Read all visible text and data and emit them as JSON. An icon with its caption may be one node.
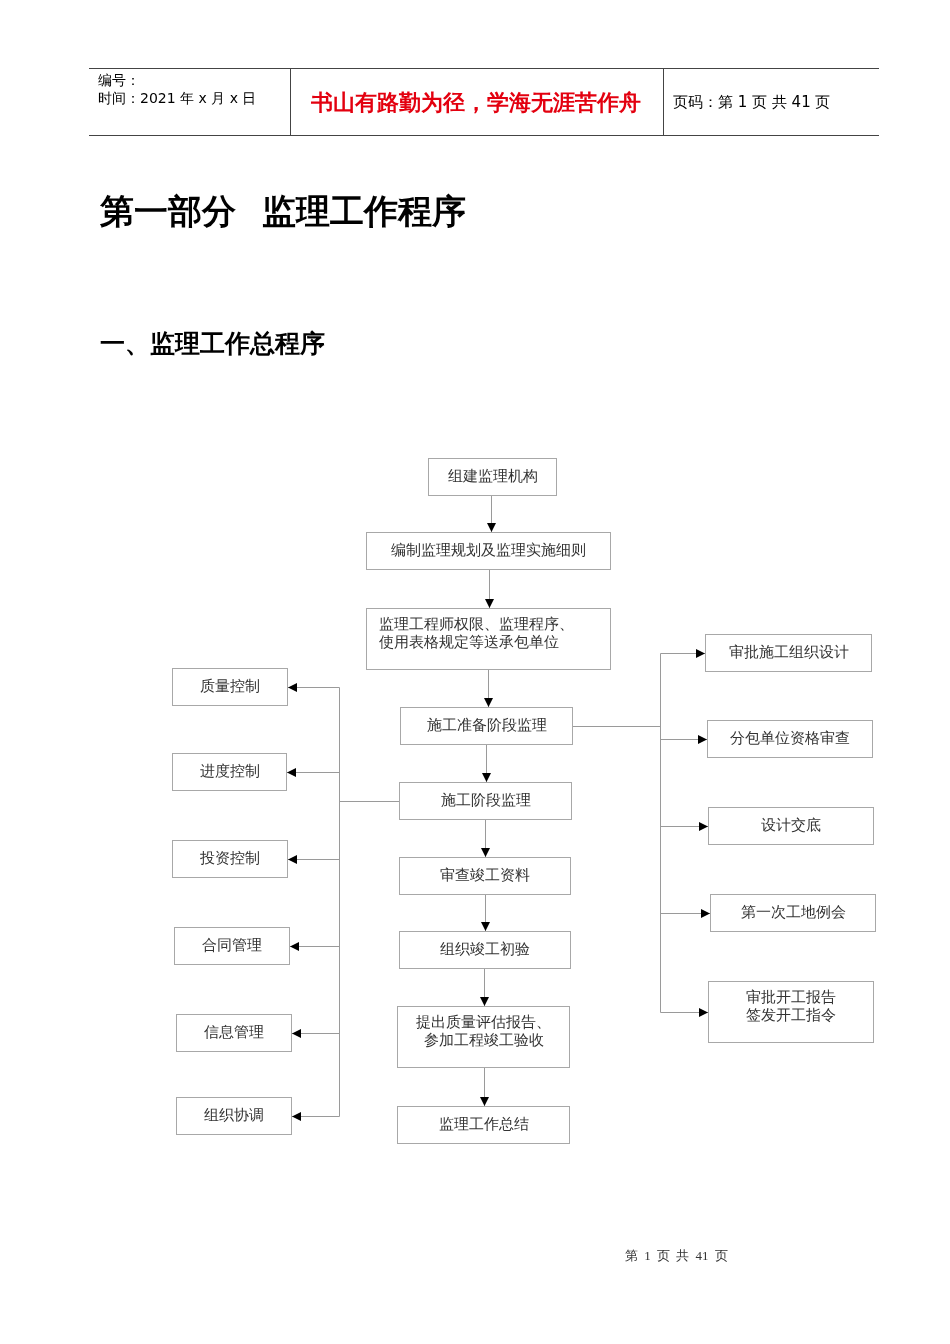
{
  "diagram": {
    "title": "第一部分 监理工作程序",
    "nodes": [
      {
        "text": [
          "组建监理机构"
        ]
      },
      {
        "text": [
          "编制监理规划及监理实施细则"
        ]
      },
      {
        "text": [
          "监理工程师权限、监理程序、使用表格规定等送承包单位"
        ]
      },
      {
        "text": [
          "施工准备阶段监理"
        ]
      },
      {
        "text": [
          "施工阶段监理"
        ]
      },
      {
        "text": [
          "审查竣工资料"
        ]
      },
      {
        "text": [
          "组织竣工初验"
        ]
      },
      {
        "text": [
          "提出质量评估报告、参加工程竣工验收"
        ]
      },
      {
        "text": [
          "监理工作总结"
        ]
      },
      {
        "text": [
          "质量控制"
        ]
      },
      {
        "text": [
          "进度控制"
        ]
      },
      {
        "text": [
          "投资控制"
        ]
      },
      {
        "text": [
          "合同管理"
        ]
      },
      {
        "text": [
          "信息管理"
        ]
      },
      {
        "text": [
          "组织协调"
        ]
      },
      {
        "text": [
          "审批施工组织设计"
        ]
      },
      {
        "text": [
          "分包单位资格审查"
        ]
      },
      {
        "text": [
          "设计交底"
        ]
      },
      {
        "text": [
          "第一次工地例会"
        ]
      },
      {
        "text": [
          "审批开工报告",
          "签发开工指令"
        ]
      }
    ],
    "edges": [
      {
        "from": 0,
        "to": 1,
        "arrow": "to"
      },
      {
        "from": 1,
        "to": 2,
        "arrow": "to"
      },
      {
        "from": 2,
        "to": 3,
        "arrow": "to"
      },
      {
        "from": 3,
        "to": 4,
        "arrow": "to"
      },
      {
        "from": 4,
        "to": 5,
        "arrow": "to"
      },
      {
        "from": 5,
        "to": 6,
        "arrow": "to"
      },
      {
        "from": 6,
        "to": 7,
        "arrow": "to"
      },
      {
        "from": 7,
        "to": 8,
        "arrow": "to"
      },
      {
        "from": 4,
        "to": 9,
        "arrow": "to"
      },
      {
        "from": 4,
        "to": 10,
        "arrow": "to"
      },
      {
        "from": 4,
        "to": 11,
        "arrow": "to"
      },
      {
        "from": 4,
        "to": 12,
        "arrow": "to"
      },
      {
        "from": 4,
        "to": 13,
        "arrow": "to"
      },
      {
        "from": 4,
        "to": 14,
        "arrow": "to"
      },
      {
        "from": 3,
        "to": 15,
        "arrow": "to"
      },
      {
        "from": 3,
        "to": 16,
        "arrow": "to"
      },
      {
        "from": 3,
        "to": 17,
        "arrow": "to"
      },
      {
        "from": 3,
        "to": 18,
        "arrow": "to"
      },
      {
        "from": 3,
        "to": 19,
        "arrow": "to"
      }
    ],
    "labels": [
      "编号：",
      "时间：2021 年 x 月 x 日",
      "书山有路勤为径，学海无涯苦作舟",
      "页码：第 1 页 共 41 页",
      "一、监理工作总程序",
      "第 1 页 共 41 页"
    ]
  }
}
